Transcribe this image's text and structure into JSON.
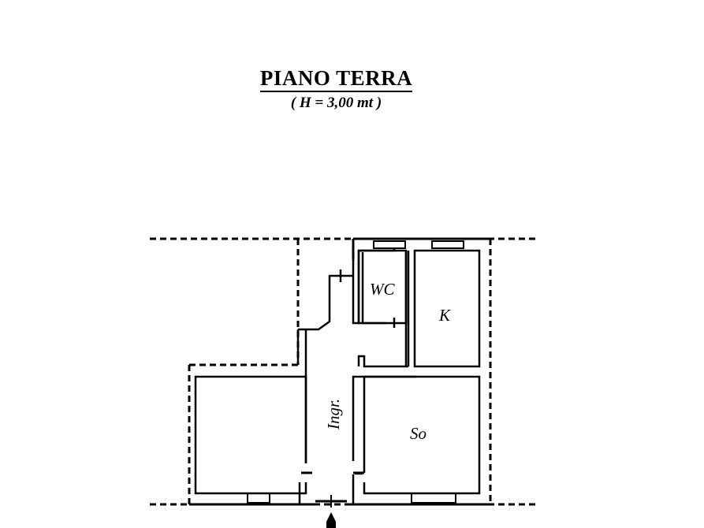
{
  "drawing": {
    "title": "PIANO TERRA",
    "subtitle": "( H = 3,00 mt )"
  },
  "rooms": [
    {
      "id": "wc",
      "label": "WC"
    },
    {
      "id": "kitchen",
      "label": "K"
    },
    {
      "id": "entrance",
      "label": "Ingr."
    },
    {
      "id": "living",
      "label": "So"
    },
    {
      "id": "bedroom",
      "label": ""
    }
  ],
  "colors": {
    "line": "#000000",
    "background": "#ffffff"
  }
}
